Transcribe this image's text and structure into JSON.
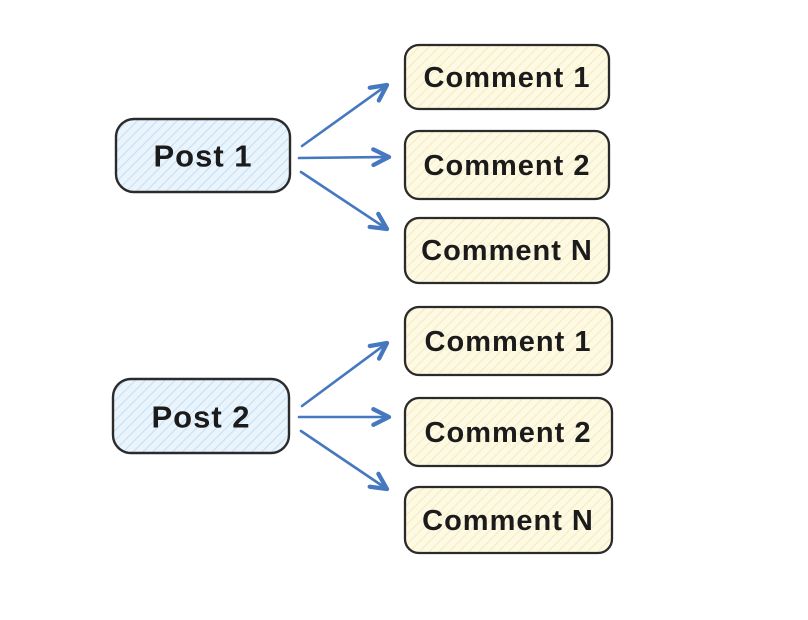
{
  "canvas": {
    "background": "#ffffff"
  },
  "colors": {
    "post_fill": "#eaf4fc",
    "post_hatch": "#c9e1f4",
    "comment_fill": "#fdf9e3",
    "comment_hatch": "#f3ecc2",
    "node_border": "#2b2b2b",
    "arrow": "#4678c0",
    "text": "#1b1b1b"
  },
  "groups": [
    {
      "post": "Post 1",
      "comments": [
        "Comment 1",
        "Comment 2",
        "Comment N"
      ]
    },
    {
      "post": "Post 2",
      "comments": [
        "Comment 1",
        "Comment 2",
        "Comment N"
      ]
    }
  ]
}
